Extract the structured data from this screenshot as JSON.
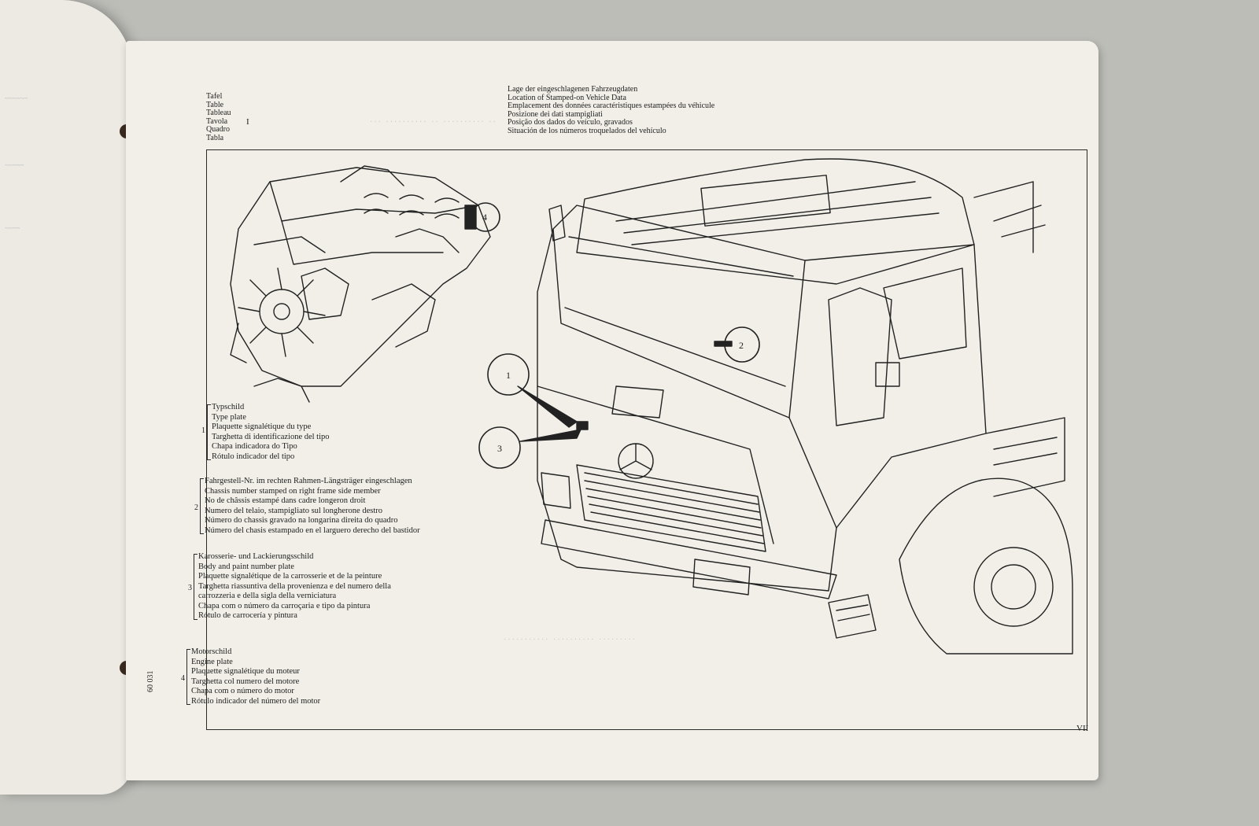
{
  "header": {
    "label_lines": [
      "Tafel",
      "Table",
      "Tableau",
      "Tavola",
      "Quadro",
      "Tabla"
    ],
    "table_number": "I",
    "title_lines": [
      "Lage der eingeschlagenen Fahrzeugdaten",
      "Location of Stamped-on Vehicle Data",
      "Emplacement des données caractéristiques estampées du véhicule",
      "Posizione dei dati stampigliati",
      "Posição dos dados do veículo, gravados",
      "Situación de los números troquelados del vehículo"
    ]
  },
  "callouts": [
    "1",
    "2",
    "3",
    "4"
  ],
  "legend": [
    {
      "number": "1",
      "lines": [
        "Typschild",
        "Type plate",
        "Plaquette signalétique du type",
        "Targhetta di identificazione del tipo",
        "Chapa indicadora do Tipo",
        "Rótulo indicador del tipo"
      ]
    },
    {
      "number": "2",
      "lines": [
        "Fahrgestell-Nr. im rechten Rahmen-Längsträger eingeschlagen",
        "Chassis number stamped on right frame side member",
        "No de châssis estampé dans cadre longeron droit",
        "Numero del telaio, stampigliato sul longherone destro",
        "Número do chassis gravado na longarina direita do quadro",
        "Número del chasis estampado en el larguero derecho del bastidor"
      ]
    },
    {
      "number": "3",
      "lines": [
        "Karosserie- und Lackierungsschild",
        "Body and paint number plate",
        "Plaquette signalétique de la carrosserie et de la peinture",
        "Targhetta riassuntiva della provenienza e del numero della",
        "carrozzeria e della sigla della verniciatura",
        "Chapa com o número da carroçaria e tipo da pintura",
        "Rótulo de carrocería y pintura"
      ]
    },
    {
      "number": "4",
      "lines": [
        "Motorschild",
        "Engine plate",
        "Plaquette signalétique du moteur",
        "Targhetta col numero del motore",
        "Chapa com o número do motor",
        "Rótulo indicador del número del motor"
      ]
    }
  ],
  "footer": {
    "drawing_code": "60 031",
    "page_number": "VII"
  }
}
